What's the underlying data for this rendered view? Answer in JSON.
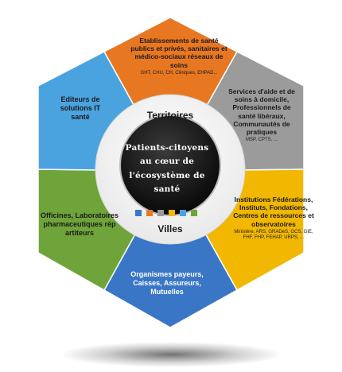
{
  "segments": [
    {
      "id": "top",
      "color": "#E87722",
      "title": "Etablissements de santé publics et privés, sanitaires et médico-sociaux réseaux de soins",
      "subtitle": "GHT, CHU, CH, Cliniques, EHPAD..."
    },
    {
      "id": "top-right",
      "color": "#9B9B9B",
      "title": "Services d'aide et de soins à domicile, Professionnels de santé libéraux, Communautés de pratiques",
      "subtitle": "MSP, CPTS, ..."
    },
    {
      "id": "bottom-right",
      "color": "#F2B700",
      "title": "Institutions Fédérations, Instituts, Fondations, Centres de ressources et observatoires",
      "subtitle": "Ministère, ARS, GRADeS, GCS, GIE, FHF, FHP, FEHAP, URPS, ..."
    },
    {
      "id": "bottom",
      "color": "#3A76C6",
      "title": "Organismes payeurs, Caisses, Assureurs, Mutuelles",
      "subtitle": ""
    },
    {
      "id": "bottom-left",
      "color": "#6FA43A",
      "title": "Officines, Laboratoires pharmaceutiques rép artiteurs",
      "subtitle": ""
    },
    {
      "id": "top-left",
      "color": "#4AA3DF",
      "title": "Editeurs de solutions IT santé",
      "subtitle": ""
    }
  ],
  "center": {
    "top_label": "Territoires",
    "bottom_label": "Villes",
    "title": "Patients-citoyens au cœur de l'écosystème de santé"
  },
  "palette": [
    "#3A76C6",
    "#E87722",
    "#9B9B9B",
    "#F2B700",
    "#4AA3DF",
    "#6FA43A"
  ]
}
